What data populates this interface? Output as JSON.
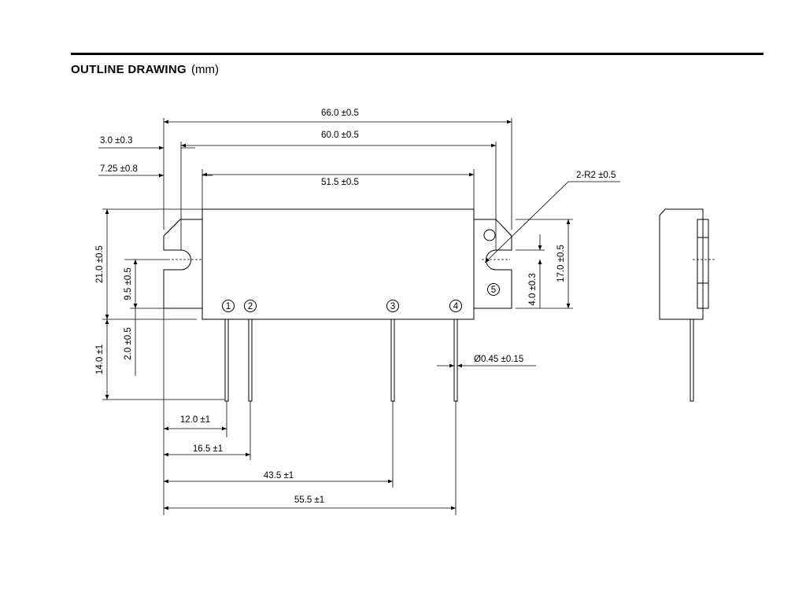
{
  "heading": {
    "title": "OUTLINE  DRAWING",
    "unit": "(mm)"
  },
  "dimensions": {
    "overall_length": "66.0 ±0.5",
    "hole_pitch": "60.0 ±0.5",
    "body_length": "51.5 ±0.5",
    "flange_edge_to_hole": "3.0 ±0.3",
    "flange_edge_to_body": "7.25 ±0.8",
    "radius": "2-R2 ±0.5",
    "body_height": "21.0 ±0.5",
    "hole_height": "9.5 ±0.5",
    "flange_offset": "2.0 ±0.5",
    "lead_length": "14.0 ±1",
    "flange_height": "17.0 ±0.5",
    "slot_offset": "4.0 ±0.3",
    "lead_diameter": "Ø0.45 ±0.15",
    "pin1_pos": "12.0 ±1",
    "pin2_pos": "16.5 ±1",
    "pin3_pos": "43.5 ±1",
    "pin4_pos": "55.5 ±1"
  },
  "pins": [
    "1",
    "2",
    "3",
    "4",
    "5"
  ]
}
